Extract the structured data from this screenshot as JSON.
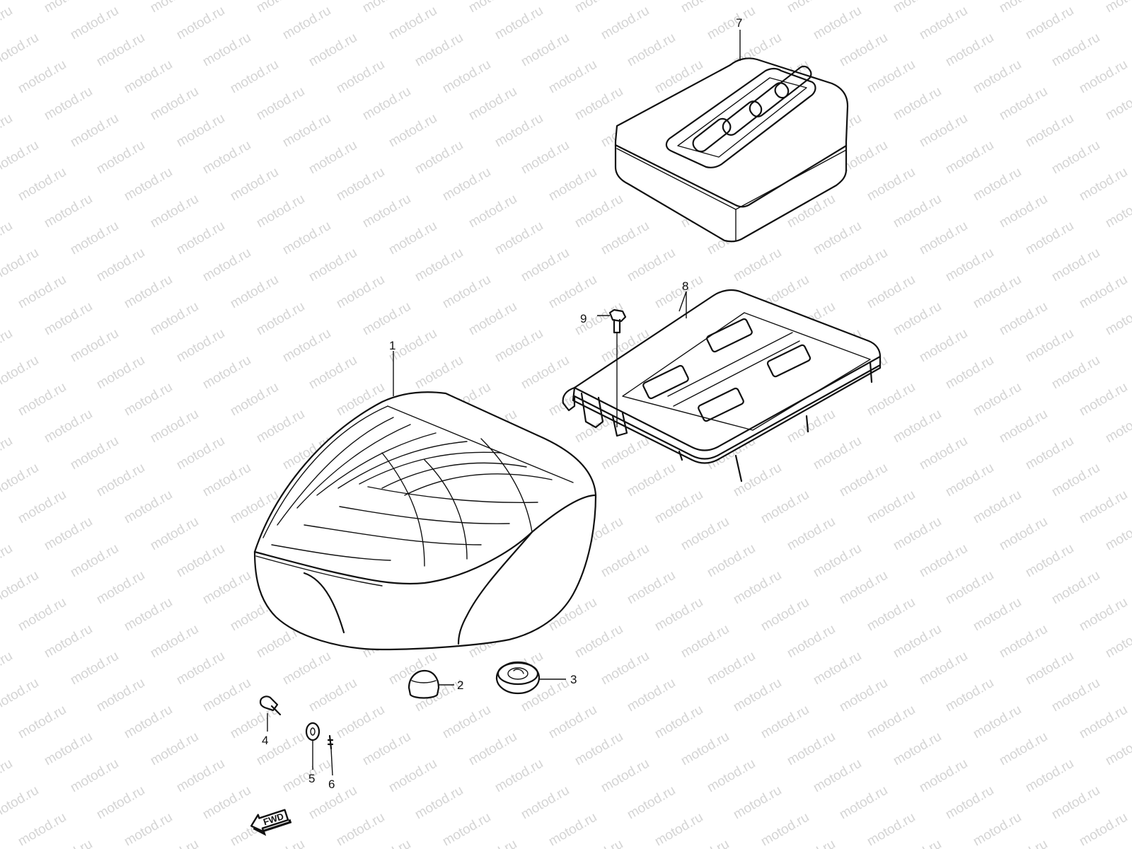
{
  "watermark": {
    "text": "motod.ru"
  },
  "parts": [
    {
      "id": "1",
      "label": "1",
      "name": "seat"
    },
    {
      "id": "2",
      "label": "2",
      "name": "cushion-small"
    },
    {
      "id": "3",
      "label": "3",
      "name": "cushion-round"
    },
    {
      "id": "4",
      "label": "4",
      "name": "bolt"
    },
    {
      "id": "5",
      "label": "5",
      "name": "washer"
    },
    {
      "id": "6",
      "label": "6",
      "name": "pin"
    },
    {
      "id": "7",
      "label": "7",
      "name": "cover"
    },
    {
      "id": "8",
      "label": "8",
      "name": "rear-carrier"
    },
    {
      "id": "9",
      "label": "9",
      "name": "carrier-bolt"
    }
  ],
  "fwd": {
    "text": "FWD"
  }
}
